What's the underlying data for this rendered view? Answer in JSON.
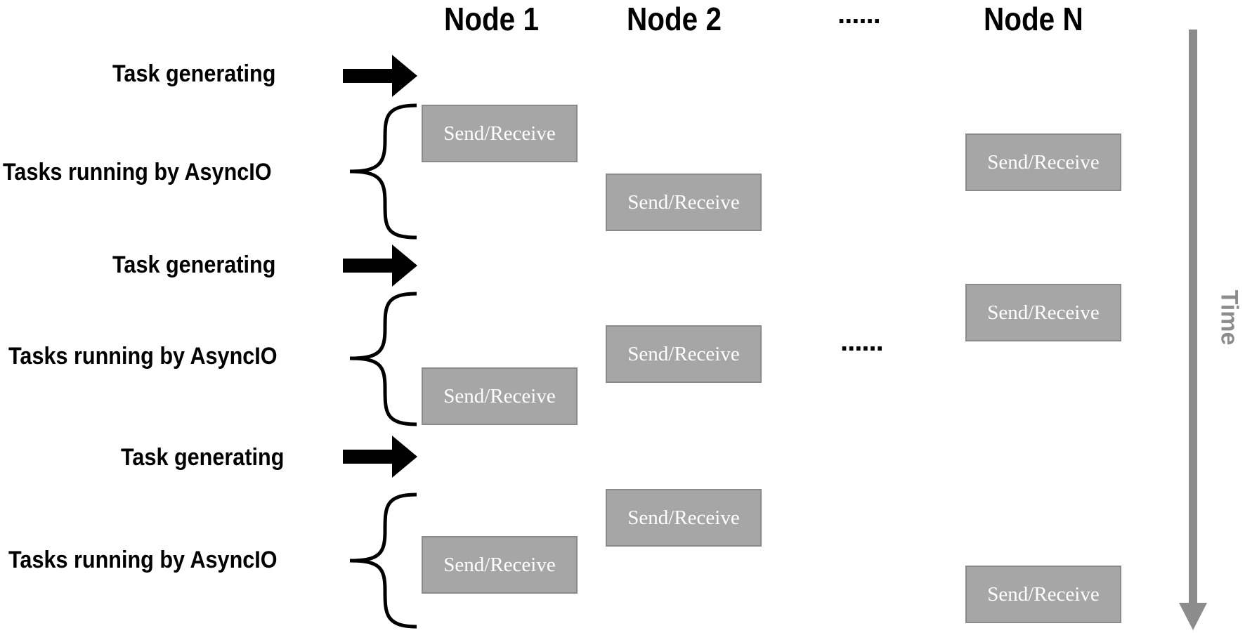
{
  "nodes": {
    "node1": "Node 1",
    "node2": "Node 2",
    "ellipsis": "......",
    "nodeN": "Node N"
  },
  "rows": [
    {
      "label": "Task generating"
    },
    {
      "label": "Tasks running by AsyncIO"
    },
    {
      "label": "Task generating"
    },
    {
      "label": "Tasks running by AsyncIO"
    },
    {
      "label": "Task generating"
    },
    {
      "label": "Tasks running by AsyncIO"
    }
  ],
  "box_label": "Send/Receive",
  "middle_ellipsis": "......",
  "time_label": "Time",
  "colors": {
    "box_fill": "#a6a6a6",
    "box_border": "#8a8a8a",
    "time_axis": "#8c8c8c",
    "text": "#000000"
  }
}
